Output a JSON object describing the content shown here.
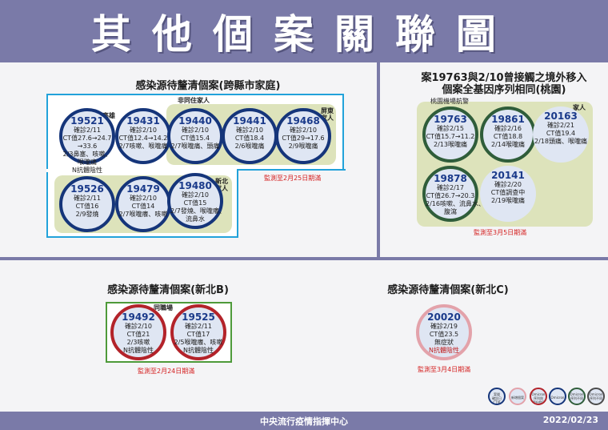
{
  "header": {
    "title": "其他個案關聯圖"
  },
  "footer": {
    "center": "中央流行疫情指揮中心",
    "date": "2022/02/23"
  },
  "panel_a": {
    "title": "感染源待釐清個案(跨縣市家庭)",
    "labels": {
      "gaoxiong": "高雄",
      "non_cohabiting": "非同住家人",
      "pingtung": "屏東\n家人",
      "newtaipei": "新北\n家人"
    },
    "monitor": "監測至2月25日期滿",
    "cases": [
      {
        "id": "19521",
        "lines": [
          "確診2/11",
          "CT值27.6→24.7",
          "→33.6",
          "2/3鼻塞、咳嗽、",
          "喉嚨痛",
          "N抗體陰性"
        ]
      },
      {
        "id": "19431",
        "lines": [
          "確診2/10",
          "CT值12.4→14.2",
          "2/7咳嗽、喉嚨痛"
        ]
      },
      {
        "id": "19440",
        "lines": [
          "確診2/10",
          "CT值15.4",
          "2/7喉嚨痛、頭痛"
        ]
      },
      {
        "id": "19441",
        "lines": [
          "確診2/10",
          "CT值18.4",
          "2/6喉嚨痛"
        ]
      },
      {
        "id": "19468",
        "lines": [
          "確診2/10",
          "CT值29→17.6",
          "2/9喉嚨痛"
        ]
      },
      {
        "id": "19526",
        "lines": [
          "確診2/11",
          "CT值16",
          "2/9發燒"
        ]
      },
      {
        "id": "19479",
        "lines": [
          "確診2/10",
          "CT值14",
          "2/7喉嚨癢、咳嗽"
        ]
      },
      {
        "id": "19480",
        "lines": [
          "確診2/10",
          "CT值15",
          "2/7發燒、喉嚨癢、",
          "流鼻水"
        ]
      }
    ]
  },
  "panel_b": {
    "title": "案19763與2/10曾接觸之境外移入\n個案全基因序列相同(桃園)",
    "labels": {
      "airport": "桃園機場航警",
      "family": "家人"
    },
    "monitor": "監測至3月5日期滿",
    "cases": [
      {
        "id": "19763",
        "lines": [
          "確診2/15",
          "CT值15.7→11.2",
          "2/13喉嚨痛"
        ]
      },
      {
        "id": "19861",
        "lines": [
          "確診2/16",
          "CT值18.8",
          "2/14喉嚨痛"
        ]
      },
      {
        "id": "20163",
        "lines": [
          "確診2/21",
          "CT值19.4",
          "2/18頭痛、喉嚨痛"
        ]
      },
      {
        "id": "19878",
        "lines": [
          "確診2/17",
          "CT值26.7→20.3",
          "2/16咳嗽、流鼻水、",
          "腹瀉"
        ]
      },
      {
        "id": "20141",
        "lines": [
          "確診2/20",
          "CT值調查中",
          "2/19喉嚨痛"
        ]
      }
    ]
  },
  "panel_c": {
    "title": "感染源待釐清個案(新北B)",
    "label": "同職場",
    "monitor": "監測至2月24日期滿",
    "cases": [
      {
        "id": "19492",
        "lines": [
          "確診2/10",
          "CT值21",
          "2/3咳嗽",
          "N抗體陰性"
        ]
      },
      {
        "id": "19525",
        "lines": [
          "確診2/11",
          "CT值17",
          "2/5喉嚨癢、咳嗽",
          "N抗體陰性"
        ]
      }
    ]
  },
  "panel_d": {
    "title": "感染源待釐清個案(新北C)",
    "monitor": "監測至3月4日期滿",
    "cases": [
      {
        "id": "20020",
        "lines": [
          "確診2/19",
          "CT值23.5",
          "無症狀",
          "N抗體陰性"
        ]
      }
    ]
  },
  "legend": [
    {
      "text": "案號\n確診日\nCT值\n症狀"
    },
    {
      "text": "新增個案"
    },
    {
      "text": "Omicron\n序列與\n國外相同"
    },
    {
      "text": "Omicron"
    },
    {
      "text": "Omicron\n序列不同"
    },
    {
      "text": "Omicron\n序列不同"
    }
  ],
  "colors": {
    "primary": "#7a7aa8",
    "blue_frame": "#22a2da",
    "green_frame": "#4e9a3a",
    "olive_fill": "#dde3bb",
    "circle_fill": "#dfe6f3",
    "navy": "#15357a",
    "red": "#b3232a",
    "monitor_red": "#d41e1e"
  }
}
